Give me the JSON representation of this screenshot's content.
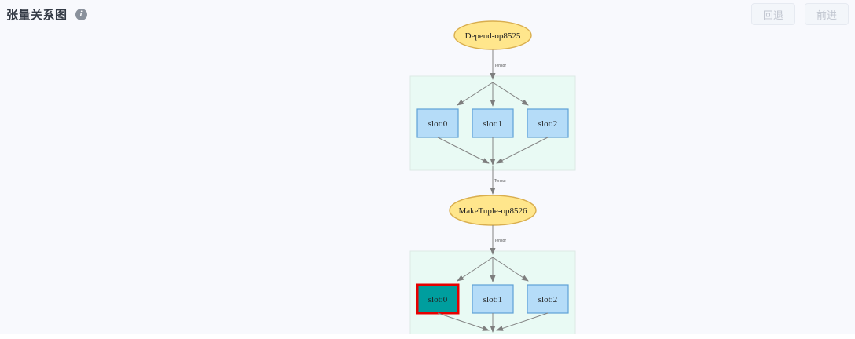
{
  "page": {
    "title": "张量关系图",
    "info_icon": "i"
  },
  "toolbar": {
    "back_label": "回退",
    "forward_label": "前进"
  },
  "colors": {
    "node_fill": "#ffe68c",
    "node_stroke": "#d9ae4e",
    "slot_fill": "#b5dcf8",
    "slot_stroke": "#5ea0d6",
    "selected_slot_fill": "#009e9e",
    "selected_slot_stroke": "#e60000",
    "container_fill": "#e9faf4",
    "edge_color": "#848484",
    "page_background": "#f8f9fd"
  },
  "graph": {
    "edge_label": "Tensor",
    "nodes": [
      {
        "label": "Depend-op8525"
      },
      {
        "label": "MakeTuple-op8526"
      }
    ],
    "containers": [
      {
        "slots": [
          "slot:0",
          "slot:1",
          "slot:2"
        ],
        "selected_index": null
      },
      {
        "slots": [
          "slot:0",
          "slot:1",
          "slot:2"
        ],
        "selected_index": 0
      }
    ]
  }
}
